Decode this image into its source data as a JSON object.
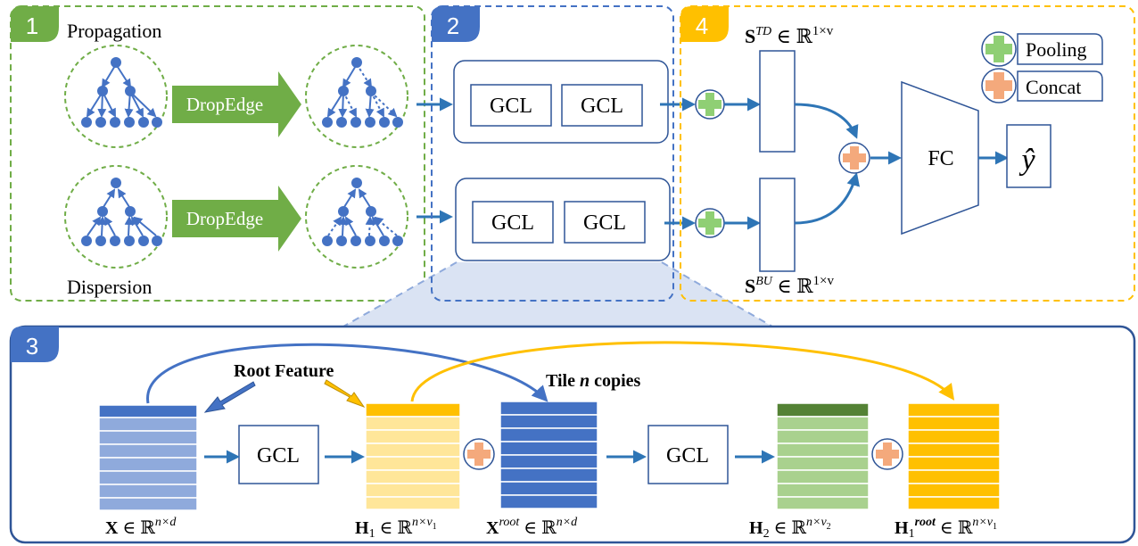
{
  "panel1": {
    "badge": "1",
    "top_label": "Propagation",
    "bottom_label": "Dispersion",
    "dropedge_top": "DropEdge",
    "dropedge_bottom": "DropEdge"
  },
  "panel2": {
    "badge": "2",
    "gcl_labels": [
      "GCL",
      "GCL",
      "GCL",
      "GCL"
    ]
  },
  "panel4": {
    "badge": "4",
    "s_td": {
      "sym": "S",
      "sup": "TD",
      "rest": " ∈ ℝ",
      "sup2": "1×v"
    },
    "s_bu": {
      "sym": "S",
      "sup": "BU",
      "rest": " ∈ ℝ",
      "sup2": "1×v"
    },
    "fc_label": "FC",
    "output_label": "ŷ",
    "legend": [
      {
        "label": "Pooling",
        "color": "#8fcf74"
      },
      {
        "label": "Concat",
        "color": "#f4a97c"
      }
    ]
  },
  "panel3": {
    "badge": "3",
    "root_feature_label": "Root Feature",
    "tile_label_prefix": "Tile ",
    "tile_label_var": "n",
    "tile_label_suffix": " copies",
    "gcl_labels": [
      "GCL",
      "GCL"
    ],
    "matrix_labels": {
      "x": {
        "sym": "X",
        "rest": " ∈ ℝ",
        "sup": "n×d"
      },
      "h1": {
        "sym": "H",
        "sub": "1",
        "rest": " ∈ ℝ",
        "sup": "n×v",
        "supsub": "1"
      },
      "xroot": {
        "sym": "X",
        "sup1": "root",
        "rest": " ∈ ℝ",
        "sup": "n×d"
      },
      "h2": {
        "sym": "H",
        "sub": "2",
        "rest": " ∈ ℝ",
        "sup": "n×v",
        "supsub": "2"
      },
      "h1root": {
        "sym": "H",
        "sub": "1",
        "sup1": "root",
        "rest": " ∈ ℝ",
        "sup": "n×v",
        "supsub": "1"
      }
    }
  },
  "colors": {
    "green_panel": "#70ad47",
    "blue_panel": "#4472c4",
    "yellow_panel": "#ffc000",
    "dark_blue_panel": "#2f5597",
    "arrow_blue": "#2e75b6",
    "node_blue": "#4472c4",
    "pool_green": "#8fcf74",
    "concat_orange": "#f4a97c"
  }
}
